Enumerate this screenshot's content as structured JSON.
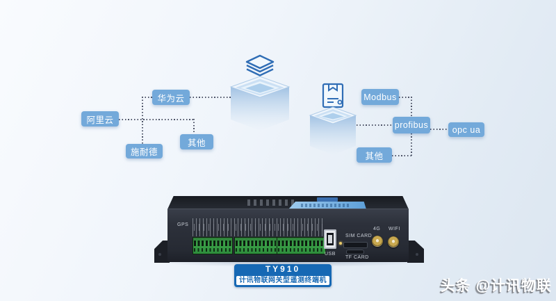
{
  "left_group": {
    "items": [
      {
        "label": "华为云"
      },
      {
        "label": "阿里云"
      },
      {
        "label": "施耐德"
      },
      {
        "label": "其他"
      }
    ]
  },
  "right_group": {
    "items": [
      {
        "label": "Modbus"
      },
      {
        "label": "profibus"
      },
      {
        "label": "opc ua"
      },
      {
        "label": "其他"
      }
    ]
  },
  "icons": {
    "left_pedestal": "cloud-platform-layers-icon",
    "right_pedestal": "protocol-package-icon"
  },
  "device": {
    "labels": {
      "gps": "GPS",
      "usb": "USB",
      "sim_card": "SIM CARD",
      "tf_card": "TF CARD",
      "four_g": "4G",
      "wifi": "WIFI"
    }
  },
  "badge": {
    "model": "TY910",
    "name": "计讯物联网关型遥测终端机"
  },
  "watermark": {
    "text": "头条 @计讯物联"
  },
  "colors": {
    "tag_bg": "#73a9da",
    "dotted_line": "#4c5266",
    "badge_bg": "#1668b4",
    "device_body": "#2d313b",
    "terminal_green": "#3ba348",
    "icon_stroke": "#2f6db5"
  }
}
